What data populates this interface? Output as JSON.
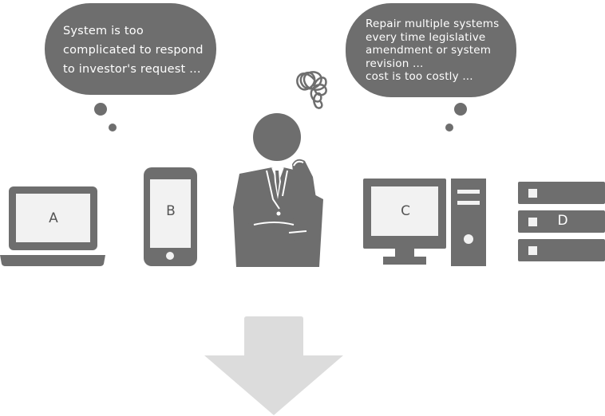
{
  "bubbles": {
    "left_lines": [
      "System is too",
      "complicated to respond",
      "to investor's request ..."
    ],
    "right_lines": [
      "Repair multiple systems",
      "every time legislative",
      "amendment or system",
      "revision ...",
      "cost is too costly ..."
    ]
  },
  "devices": {
    "a_label": "A",
    "b_label": "B",
    "c_label": "C",
    "d_label": "D"
  },
  "colors": {
    "icon_gray": "#6e6e6e",
    "screen_light": "#f2f2f2",
    "arrow_light": "#dcdcdc"
  }
}
